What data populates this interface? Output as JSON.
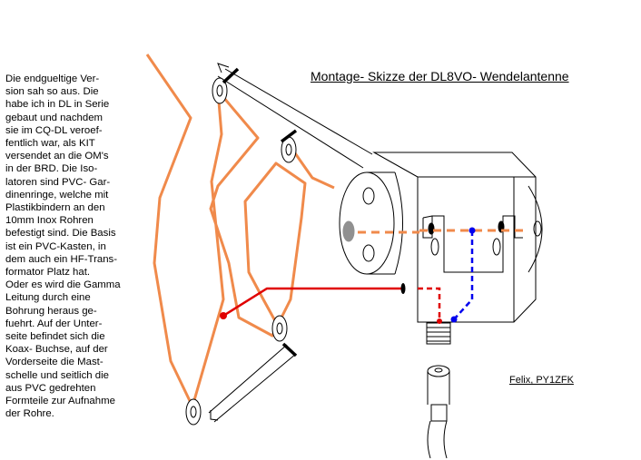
{
  "description": "Die endgueltige Version sah so aus. Die habe ich in DL in Serie gebaut und nachdem sie im CQ-DL veroeffentlich war, als KIT versendet an die OM's in der BRD. Die Isolatoren sind PVC- Gardinenringe, welche mit Plastikbindern an den 10mm Inox Rohren befestigt sind. Die Basis ist ein PVC-Kasten, in dem auch ein HF-Transformator Platz hat. Oder es wird die Gamma Leitung durch eine Bohrung heraus gefuehrt. Auf der Unterseite befindet sich die Koax- Buchse, auf der Vorderseite die Mastschelle und seitlich die aus PVC gedrehten Formteile zur Aufnahme der Rohre.",
  "description_lines": [
    "Die endgueltige Ver-",
    "sion sah so aus. Die",
    "habe ich in DL in Serie",
    "gebaut und nachdem",
    "sie im CQ-DL veroef-",
    "fentlich war, als KIT",
    "versendet an die OM's",
    "in der BRD. Die Iso-",
    "latoren sind PVC- Gar-",
    "dinenringe, welche mit",
    "Plastikbindern an den",
    "10mm Inox Rohren",
    "befestigt sind. Die Basis",
    "ist ein PVC-Kasten, in",
    "dem auch ein HF-Trans-",
    "formator Platz hat.",
    "Oder es wird die Gamma",
    "Leitung durch eine",
    "Bohrung heraus ge-",
    "fuehrt. Auf der Unter-",
    "seite befindet sich die",
    "Koax- Buchse, auf der",
    "Vorderseite die Mast-",
    "schelle und seitlich die",
    "aus PVC gedrehten",
    "Formteile zur Aufnahme",
    "der Rohre."
  ],
  "title": "Montage- Skizze der DL8VO- Wendelantenne",
  "author": "Felix, PY1ZFK",
  "colors": {
    "helix": "#f08a4b",
    "gamma": "#e00000",
    "coax_link": "#0000ee",
    "outline": "#000000",
    "hole": "#909090"
  }
}
